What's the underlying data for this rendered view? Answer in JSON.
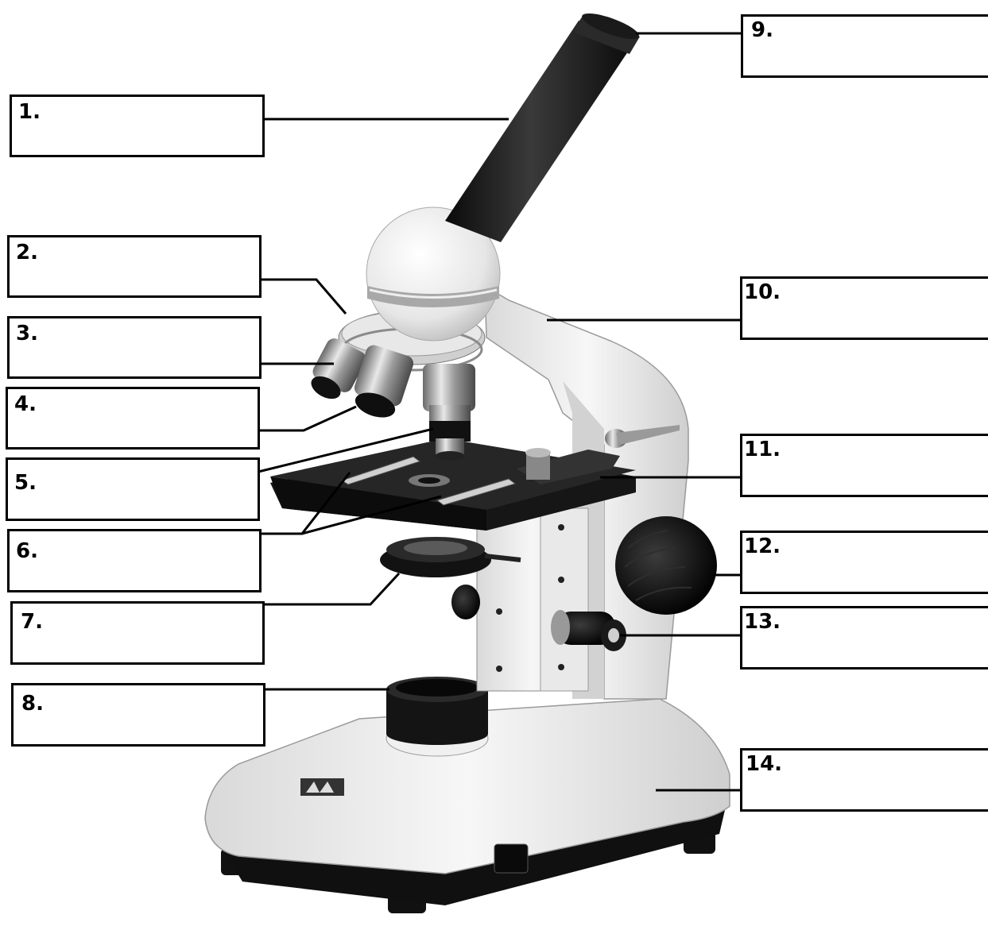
{
  "diagram": {
    "subject": "compound light microscope",
    "colors": {
      "ink": "#000000",
      "paper": "#ffffff",
      "body": "#eeeeee",
      "dark": "#1a1a1a"
    },
    "labels": [
      {
        "id": "1",
        "text": "1."
      },
      {
        "id": "2",
        "text": "2."
      },
      {
        "id": "3",
        "text": "3."
      },
      {
        "id": "4",
        "text": "4."
      },
      {
        "id": "5",
        "text": "5."
      },
      {
        "id": "6",
        "text": "6."
      },
      {
        "id": "7",
        "text": "7."
      },
      {
        "id": "8",
        "text": "8."
      },
      {
        "id": "9",
        "text": "9."
      },
      {
        "id": "10",
        "text": "10."
      },
      {
        "id": "11",
        "text": "11."
      },
      {
        "id": "12",
        "text": "12."
      },
      {
        "id": "13",
        "text": "13."
      },
      {
        "id": "14",
        "text": "14."
      }
    ],
    "answers": [
      "",
      "",
      "",
      "",
      "",
      "",
      "",
      "",
      "",
      "",
      "",
      "",
      "",
      ""
    ]
  }
}
